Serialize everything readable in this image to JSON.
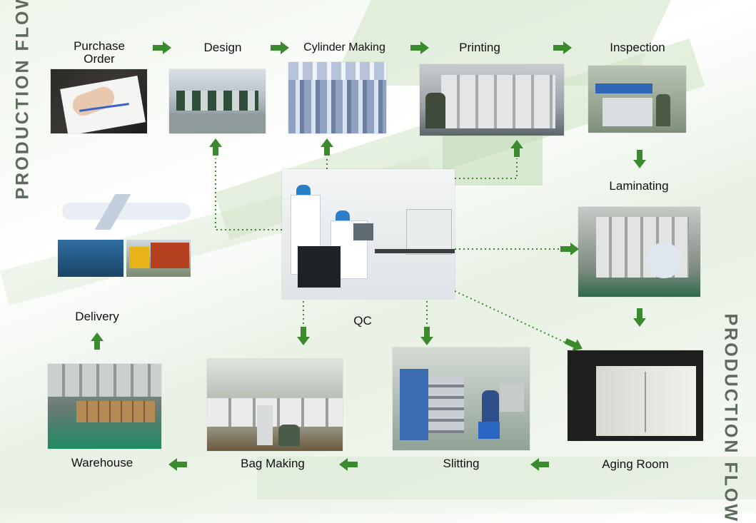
{
  "side_titles": {
    "left": "PRODUCTION FLOW",
    "right": "PRODUCTION FLOW"
  },
  "steps": {
    "purchase_order": "Purchase\nOrder",
    "design": "Design",
    "cylinder_making": "Cylinder  Making",
    "printing": "Printing",
    "inspection": "Inspection",
    "laminating": "Laminating",
    "aging_room": "Aging Room",
    "slitting": "Slitting",
    "bag_making": "Bag  Making",
    "warehouse": "Warehouse",
    "delivery": "Delivery",
    "qc": "QC"
  },
  "colors": {
    "arrow": "#3c8a2e",
    "dotted": "#3c8a2e",
    "band": "#cfe3c6",
    "side_title": "#5d6b5f"
  }
}
